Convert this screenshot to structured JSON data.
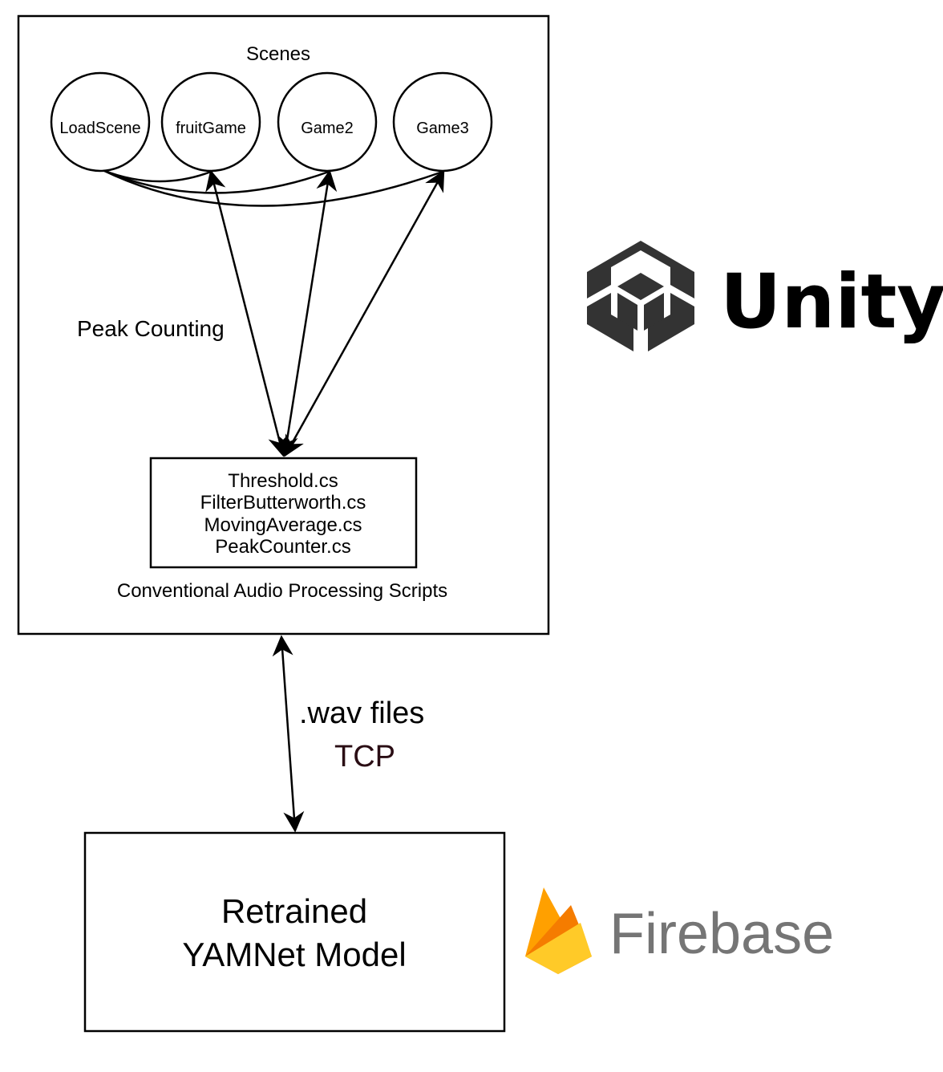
{
  "diagram": {
    "scenes_title": "Scenes",
    "scenes": [
      "LoadScene",
      "fruitGame",
      "Game2",
      "Game3"
    ],
    "edge_label": "Peak Counting",
    "scripts": [
      "Threshold.cs",
      "FilterButterworth.cs",
      "MovingAverage.cs",
      "PeakCounter.cs"
    ],
    "scripts_caption": "Conventional Audio Processing Scripts",
    "link_label": ".wav files",
    "protocol_label": "TCP",
    "model_lines": [
      "Retrained",
      "YAMNet Model"
    ]
  },
  "logos": {
    "unity": {
      "wordmark": "Unity",
      "icon": "unity-cube-icon",
      "color": "#333333"
    },
    "firebase": {
      "wordmark": "Firebase",
      "icon": "firebase-flame-icon",
      "text_color": "#757575",
      "flame_colors": [
        "#FFA000",
        "#F57C00",
        "#FFCA28"
      ]
    }
  },
  "colors": {
    "line": "#000000",
    "protocol_text": "#2a0d14"
  }
}
